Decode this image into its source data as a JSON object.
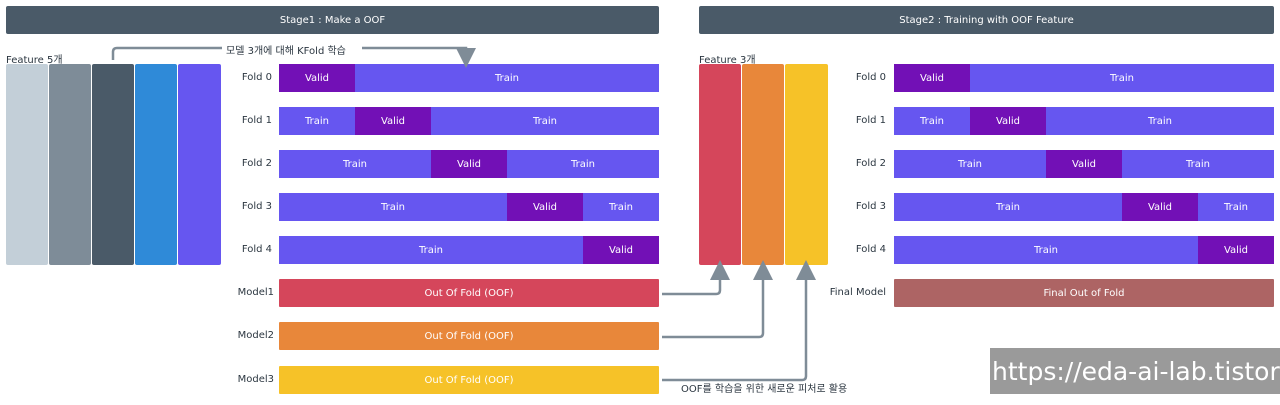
{
  "stage1": {
    "title": "Stage1 : Make a OOF",
    "feature_label": "Feature 5개",
    "kfold_note": "모델 3개에 대해 KFold 학습"
  },
  "stage2": {
    "title": "Stage2 : Training with OOF Feature",
    "feature_label": "Feature 3개",
    "oof_note": "OOF를 학습을 위한 새로운 피처로 활용"
  },
  "colors": {
    "header": "#4a5a68",
    "train": "#6656f0",
    "valid": "#7210b6",
    "features5": [
      "#c3cfd8",
      "#7e8c98",
      "#4a5a68",
      "#2f8ad8",
      "#6656f0"
    ],
    "features3": [
      "#d5465b",
      "#e8873a",
      "#f6c228"
    ],
    "model1": "#d5465b",
    "model2": "#e8873a",
    "model3": "#f6c228",
    "final": "#ad6464"
  },
  "folds": [
    {
      "label": "Fold 0",
      "segments": [
        {
          "text": "Valid",
          "kind": "valid",
          "span": 1
        },
        {
          "text": "Train",
          "kind": "train",
          "span": 4
        }
      ]
    },
    {
      "label": "Fold 1",
      "segments": [
        {
          "text": "Train",
          "kind": "train",
          "span": 1
        },
        {
          "text": "Valid",
          "kind": "valid",
          "span": 1
        },
        {
          "text": "Train",
          "kind": "train",
          "span": 3
        }
      ]
    },
    {
      "label": "Fold 2",
      "segments": [
        {
          "text": "Train",
          "kind": "train",
          "span": 2
        },
        {
          "text": "Valid",
          "kind": "valid",
          "span": 1
        },
        {
          "text": "Train",
          "kind": "train",
          "span": 2
        }
      ]
    },
    {
      "label": "Fold 3",
      "segments": [
        {
          "text": "Train",
          "kind": "train",
          "span": 3
        },
        {
          "text": "Valid",
          "kind": "valid",
          "span": 1
        },
        {
          "text": "Train",
          "kind": "train",
          "span": 1
        }
      ]
    },
    {
      "label": "Fold 4",
      "segments": [
        {
          "text": "Train",
          "kind": "train",
          "span": 4
        },
        {
          "text": "Valid",
          "kind": "valid",
          "span": 1
        }
      ]
    }
  ],
  "models": [
    {
      "label": "Model1",
      "text": "Out Of Fold (OOF)"
    },
    {
      "label": "Model2",
      "text": "Out Of Fold (OOF)"
    },
    {
      "label": "Model3",
      "text": "Out Of Fold (OOF)"
    }
  ],
  "final": {
    "label": "Final Model",
    "text": "Final Out of Fold"
  },
  "watermark": "https://eda-ai-lab.tistory.com"
}
